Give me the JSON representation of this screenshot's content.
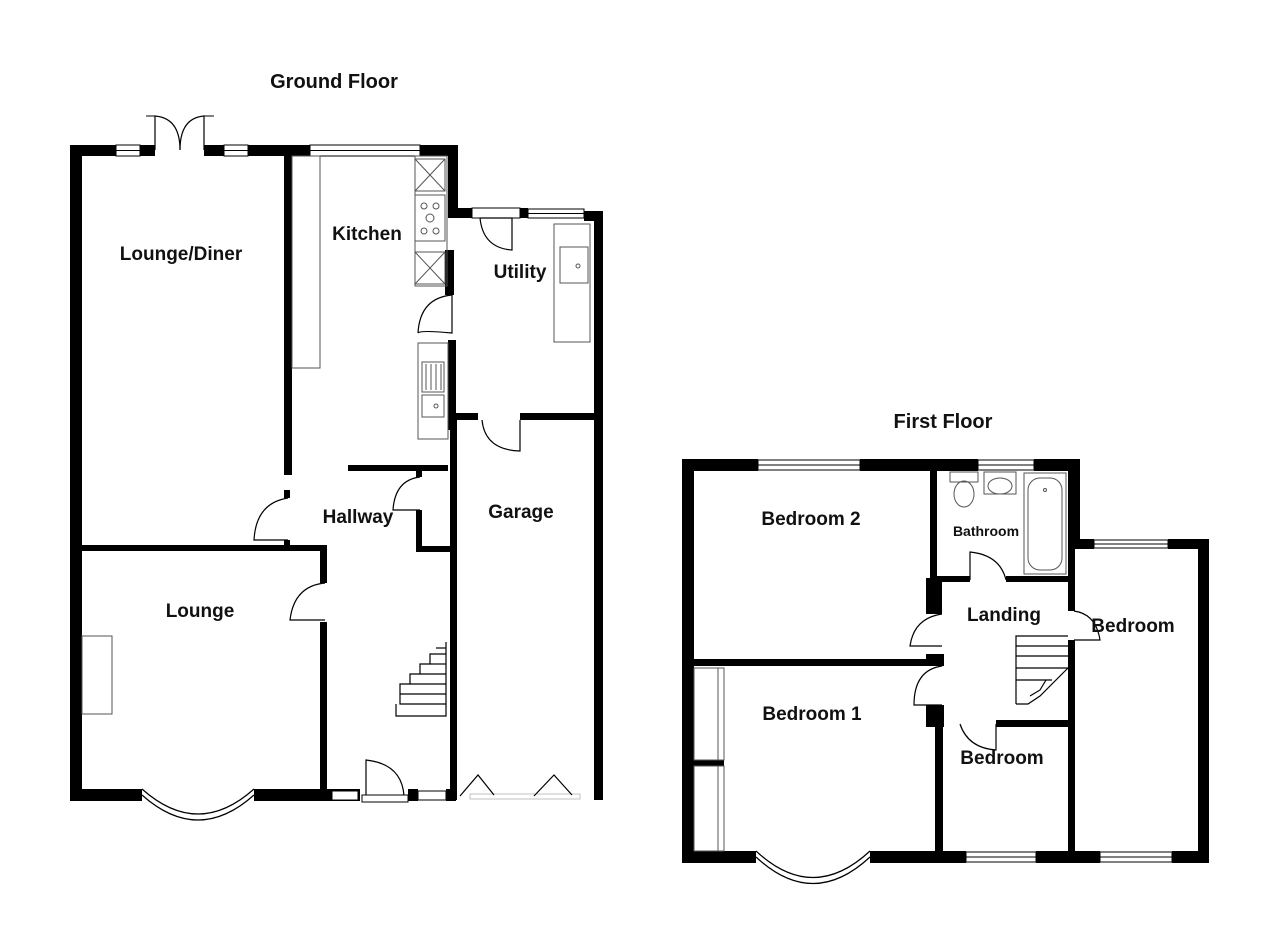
{
  "floors": {
    "ground": {
      "title": "Ground Floor",
      "rooms": {
        "lounge_diner": "Lounge/Diner",
        "kitchen": "Kitchen",
        "utility": "Utility",
        "hallway": "Hallway",
        "garage": "Garage",
        "lounge": "Lounge"
      }
    },
    "first": {
      "title": "First Floor",
      "rooms": {
        "bedroom2": "Bedroom 2",
        "bathroom": "Bathroom",
        "landing": "Landing",
        "bedroom_right": "Bedroom",
        "bedroom1": "Bedroom 1",
        "bedroom_small": "Bedroom"
      }
    }
  },
  "colors": {
    "wall": "#000000",
    "background": "#ffffff"
  }
}
